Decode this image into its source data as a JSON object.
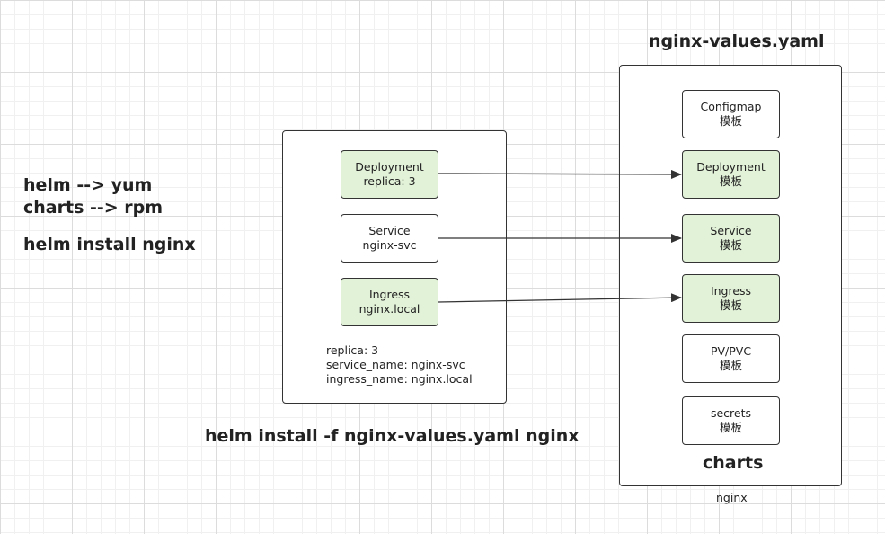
{
  "left_notes": {
    "line1": "helm --> yum",
    "line2": "charts --> rpm",
    "line3": "helm install nginx"
  },
  "values_file": {
    "nodes": [
      {
        "title": "Deployment",
        "sub": "replica: 3"
      },
      {
        "title": "Service",
        "sub": "nginx-svc"
      },
      {
        "title": "Ingress",
        "sub": "nginx.local"
      }
    ],
    "values_text": [
      "replica: 3",
      "service_name: nginx-svc",
      "ingress_name: nginx.local"
    ]
  },
  "install_command": "helm install -f nginx-values.yaml nginx",
  "chart": {
    "heading": "nginx-values.yaml",
    "templates": [
      {
        "title": "Configmap",
        "sub": "模板"
      },
      {
        "title": "Deployment",
        "sub": "模板"
      },
      {
        "title": "Service",
        "sub": "模板"
      },
      {
        "title": "Ingress",
        "sub": "模板"
      },
      {
        "title": "PV/PVC",
        "sub": "模板"
      },
      {
        "title": "secrets",
        "sub": "模板"
      }
    ],
    "label": "charts",
    "caption": "nginx"
  },
  "colors": {
    "highlight_fill": "#e2f2d8",
    "stroke": "#333333"
  }
}
